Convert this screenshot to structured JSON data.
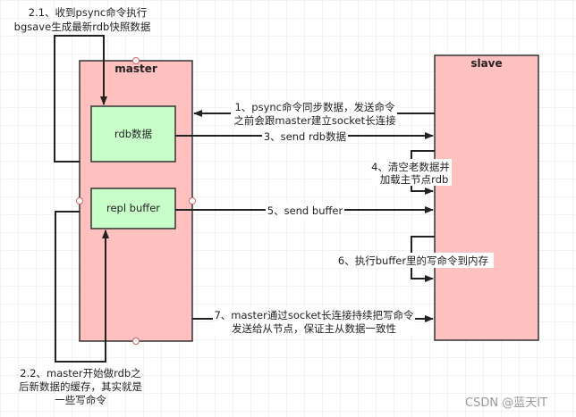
{
  "nodes": {
    "master": "master",
    "slave": "slave",
    "rdb": "rdb数据",
    "repl": "repl buffer"
  },
  "labels": {
    "step2_1": [
      "2.1、收到psync命令执行",
      "bgsave生成最新rdb快照数据"
    ],
    "step1": [
      "1、psync命令同步数据，发送命令",
      "之前会跟master建立socket长连接"
    ],
    "step3": "3、send rdb数据",
    "step4": [
      "4、清空老数据并",
      "加载主节点rdb"
    ],
    "step5": "5、send buffer",
    "step6": "6、执行buffer里的写命令到内存",
    "step7": [
      "7、master通过socket长连接持续把写命令",
      "发送给从节点，保证主从数据一致性"
    ],
    "step2_2": [
      "2.2、master开始做rdb之",
      "后新数据的缓存，其实就是",
      "一些写命令"
    ]
  },
  "watermark": "CSDN @蓝天IT",
  "colors": {
    "box": "#ffc0c0",
    "inner": "#c8ffc8",
    "line": "#222222"
  }
}
